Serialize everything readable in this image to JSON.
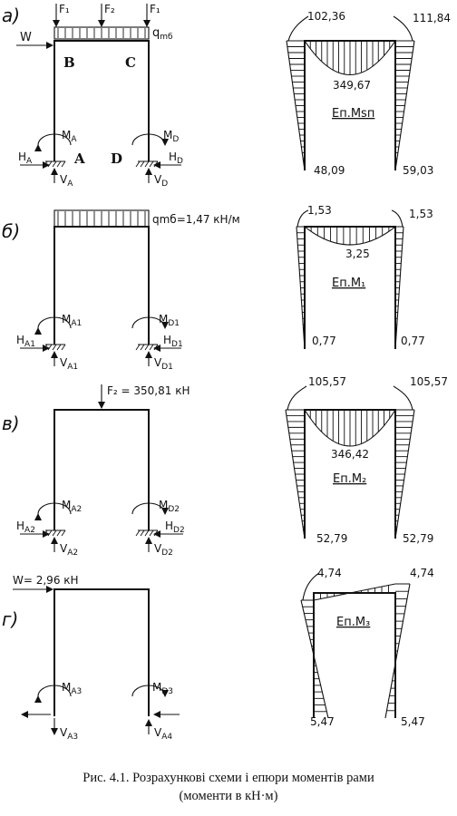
{
  "panels": [
    {
      "marker": "а)",
      "loads": {
        "f_left": "F₁",
        "f_mid": "F₂",
        "f_right": "F₁",
        "q": "q",
        "q_sub": "mб",
        "wind": "W"
      },
      "nodes": {
        "b": "B",
        "c": "C",
        "a": "A",
        "d": "D"
      },
      "supports_left": {
        "moment": "M",
        "moment_sub": "A",
        "h": "H",
        "h_sub": "A",
        "v": "V",
        "v_sub": "A"
      },
      "supports_right": {
        "moment": "M",
        "moment_sub": "D",
        "h": "H",
        "h_sub": "D",
        "v": "V",
        "v_sub": "D"
      },
      "epure": {
        "title": "Еп.Msп",
        "top_left": "102,36",
        "top_right": "111,84",
        "mid": "349,67",
        "bottom_left": "48,09",
        "bottom_right": "59,03"
      }
    },
    {
      "marker": "б)",
      "loads": {
        "q_label": "qmб=1,47 кН/м"
      },
      "supports_left": {
        "moment": "M",
        "moment_sub": "A1",
        "h": "H",
        "h_sub": "A1",
        "v": "V",
        "v_sub": "A1"
      },
      "supports_right": {
        "moment": "M",
        "moment_sub": "D1",
        "h": "H",
        "h_sub": "D1",
        "v": "V",
        "v_sub": "D1"
      },
      "epure": {
        "title": "Еп.M₁",
        "top_left": "1,53",
        "top_right": "1,53",
        "mid": "3,25",
        "bottom_left": "0,77",
        "bottom_right": "0,77"
      }
    },
    {
      "marker": "в)",
      "loads": {
        "f_label": "F₂ = 350,81 кН"
      },
      "supports_left": {
        "moment": "M",
        "moment_sub": "A2",
        "h": "H",
        "h_sub": "A2",
        "v": "V",
        "v_sub": "A2"
      },
      "supports_right": {
        "moment": "M",
        "moment_sub": "D2",
        "h": "H",
        "h_sub": "D2",
        "v": "V",
        "v_sub": "D2"
      },
      "epure": {
        "title": "Еп.M₂",
        "top_left": "105,57",
        "top_right": "105,57",
        "mid": "346,42",
        "bottom_left": "52,79",
        "bottom_right": "52,79"
      }
    },
    {
      "marker": "г)",
      "loads": {
        "w_label": "W= 2,96 кН"
      },
      "supports_left": {
        "moment": "M",
        "moment_sub": "A3",
        "v": "V",
        "v_sub": "A3"
      },
      "supports_right": {
        "moment": "M",
        "moment_sub": "D3",
        "v": "V",
        "v_sub": "A4"
      },
      "epure": {
        "title": "Еп.M₃",
        "top_left": "4,74",
        "top_right": "4,74",
        "bottom_left": "5,47",
        "bottom_right": "5,47"
      }
    }
  ],
  "caption": {
    "line1": "Рис. 4.1. Розрахункові схеми і епюри моментів рами",
    "line2": "(моменти в кН·м)"
  }
}
